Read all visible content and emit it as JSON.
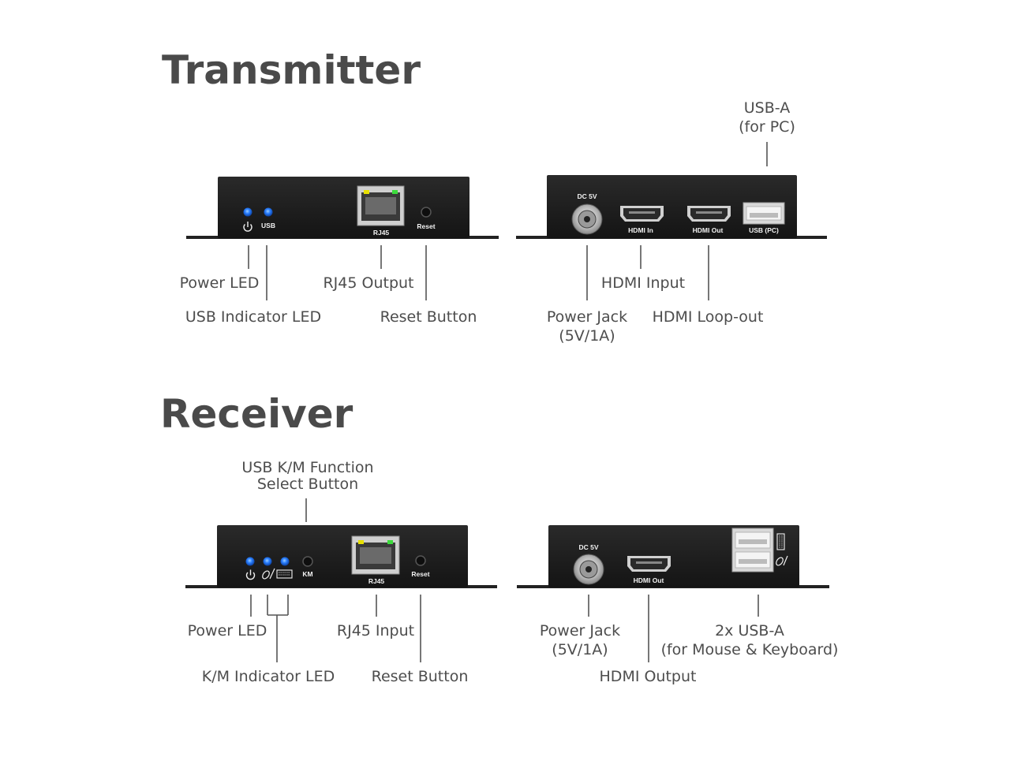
{
  "transmitter": {
    "title": "Transmitter",
    "front_panel": {
      "usb_label": "USB",
      "rj45_label": "RJ45",
      "reset_label": "Reset"
    },
    "rear_panel": {
      "dc_label": "DC 5V",
      "hdmi_in_label": "HDMI In",
      "hdmi_out_label": "HDMI Out",
      "usb_pc_label": "USB (PC)"
    },
    "callouts": {
      "power_led": "Power LED",
      "usb_indicator_led": "USB Indicator LED",
      "rj45_output": "RJ45 Output",
      "reset_button": "Reset Button",
      "power_jack_line1": "Power Jack",
      "power_jack_line2": "(5V/1A)",
      "hdmi_input": "HDMI Input",
      "hdmi_loopout": "HDMI Loop-out",
      "usb_a_line1": "USB-A",
      "usb_a_line2": "(for PC)"
    }
  },
  "receiver": {
    "title": "Receiver",
    "front_panel": {
      "km_label": "KM",
      "rj45_label": "RJ45",
      "reset_label": "Reset"
    },
    "rear_panel": {
      "dc_label": "DC 5V",
      "hdmi_out_label": "HDMI Out"
    },
    "callouts": {
      "km_button_line1": "USB K/M Function",
      "km_button_line2": "Select Button",
      "power_led": "Power LED",
      "km_indicator_led": "K/M Indicator LED",
      "rj45_input": "RJ45 Input",
      "reset_button": "Reset Button",
      "power_jack_line1": "Power Jack",
      "power_jack_line2": "(5V/1A)",
      "hdmi_output": "HDMI Output",
      "usb_a_line1": "2x USB-A",
      "usb_a_line2": "(for Mouse & Keyboard)"
    }
  },
  "colors": {
    "title": "#4a4a4a",
    "label": "#4d4d4d",
    "device_body": "#1c1c1c",
    "led_blue": "#2a7fff",
    "port_led_yellow": "#e8e000",
    "port_led_green": "#3cdc3c"
  },
  "icons": [
    "power-icon",
    "mouse-icon",
    "keyboard-icon"
  ]
}
